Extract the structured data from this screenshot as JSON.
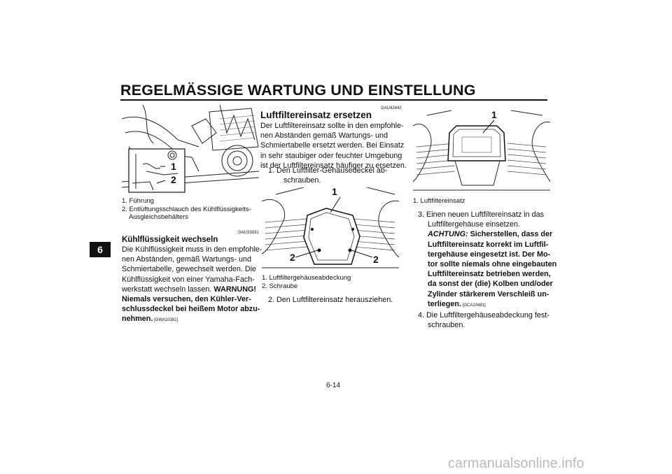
{
  "header": {
    "title": "REGELMÄSSIGE WARTUNG UND EINSTELLUNG"
  },
  "chapter_tab": "6",
  "col1": {
    "figure_callouts": [
      "1",
      "2"
    ],
    "captions": [
      "1. Führung",
      "2. Entlüftungsschlauch des Kühlflüssigkeits-",
      "Ausgleichsbehälters"
    ],
    "code": "GAU33031",
    "heading": "Kühlflüssigkeit wechseln",
    "body": {
      "l1": "Die Kühlflüssigkeit muss in den empfohle-",
      "l2": "nen Abständen, gemäß Wartungs- und",
      "l3": "Schmiertabelle, gewechselt werden. Die",
      "l4": "Kühlflüssigkeit von einer Yamaha-Fach-",
      "l5a": "werkstatt wechseln lassen. ",
      "l5b": "WARNUNG!",
      "l6": "Niemals versuchen, den Kühler-Ver-",
      "l7": "schlussdeckel bei heißem Motor abzu-",
      "l8": "nehmen.",
      "l8code": " [GWA10381]"
    }
  },
  "col2": {
    "code": "GAU42442",
    "heading": "Luftfiltereinsatz ersetzen",
    "body": {
      "l1": "Der Luftfiltereinsatz sollte in den empfohle-",
      "l2": "nen Abständen gemäß Wartungs- und",
      "l3": "Schmiertabelle ersetzt werden. Bei Einsatz",
      "l4": "in sehr staubiger oder feuchter Umgebung",
      "l5": "ist der Luftfiltereinsatz häufiger zu ersetzen."
    },
    "step1a": "1. Den Luftfilter-Gehäusedeckel ab-",
    "step1b": "schrauben.",
    "figure_callouts": [
      "1",
      "2",
      "2"
    ],
    "captions": [
      "1. Luftfiltergehäuseabdeckung",
      "2. Schraube"
    ],
    "step2": "2. Den Luftfiltereinsatz herausziehen."
  },
  "col3": {
    "figure_callouts": [
      "1"
    ],
    "captions": [
      "1. Luftfiltereinsatz"
    ],
    "step3a": "3. Einen neuen Luftfiltereinsatz in das",
    "step3b": "Luftfiltergehäuse einsetzen.",
    "achtung_label": "ACHTUNG:",
    "achtung_l1": " Sicherstellen, dass der",
    "achtung_l2": "Luftfiltereinsatz korrekt im Luftfil-",
    "achtung_l3": "tergehäuse eingesetzt ist. Der Mo-",
    "achtung_l4": "tor sollte niemals ohne eingebauten",
    "achtung_l5": "Luftfiltereinsatz betrieben werden,",
    "achtung_l6": "da sonst der (die) Kolben und/oder",
    "achtung_l7": "Zylinder stärkerem Verschleiß un-",
    "achtung_l8": "terliegen.",
    "achtung_code": " [GCA10481]",
    "step4a": "4. Die Luftfiltergehäuseabdeckung fest-",
    "step4b": "schrauben."
  },
  "footer": {
    "page_number": "6-14",
    "watermark": "carmanualsonline.info"
  }
}
